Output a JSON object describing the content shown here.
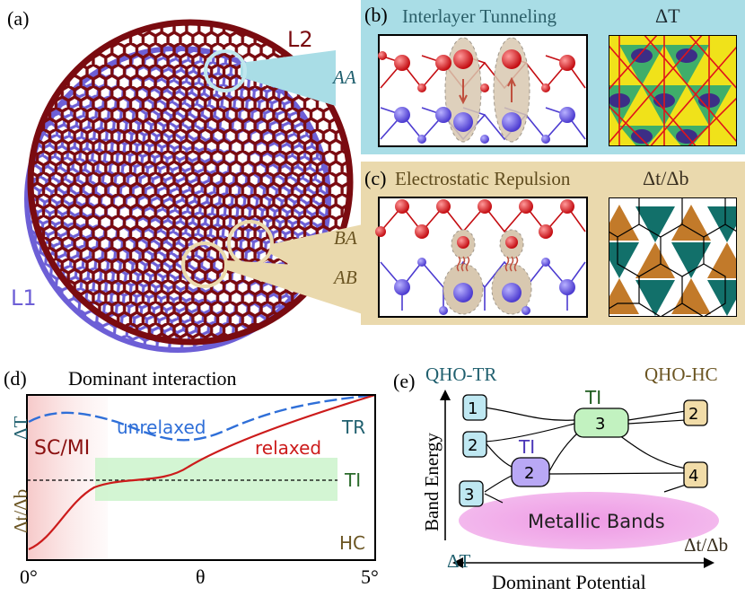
{
  "panel_a": {
    "label": "(a)",
    "layer2": "L2",
    "layer1": "L1",
    "region_aa": "AA",
    "region_ba": "BA",
    "region_ab": "AB",
    "colors": {
      "l1": "#6d5fd6",
      "l2": "#7a0b10",
      "aa_box": "#a9dde6",
      "ab_box": "#ead9ad"
    }
  },
  "panel_b": {
    "label": "(b)",
    "title": "Interlayer Tunneling",
    "map_label": "ΔT"
  },
  "panel_c": {
    "label": "(c)",
    "title": "Electrostatic Repulsion",
    "map_label": "Δt/Δb"
  },
  "panel_d": {
    "label": "(d)",
    "title": "Dominant interaction",
    "y_top": "ΔT",
    "y_bottom": "Δt/Δb",
    "x_start": "0°",
    "x_mid": "θ",
    "x_end": "5°",
    "region_sc": "SC/MI",
    "curve_unrelaxed": "unrelaxed",
    "curve_relaxed": "relaxed",
    "phase_tr": "TR",
    "phase_ti": "TI",
    "phase_hc": "HC"
  },
  "panel_e": {
    "label": "(e)",
    "left_header": "QHO-TR",
    "right_header": "QHO-HC",
    "y_axis": "Band Energy",
    "x_left": "ΔT",
    "x_right": "Δt/Δb",
    "x_axis": "Dominant Potential",
    "metallic": "Metallic Bands",
    "ti_top": "TI",
    "ti_mid": "TI",
    "left_boxes": [
      "1",
      "2",
      "3"
    ],
    "center_boxes": [
      "3",
      "2"
    ],
    "right_boxes": [
      "2",
      "4"
    ]
  }
}
